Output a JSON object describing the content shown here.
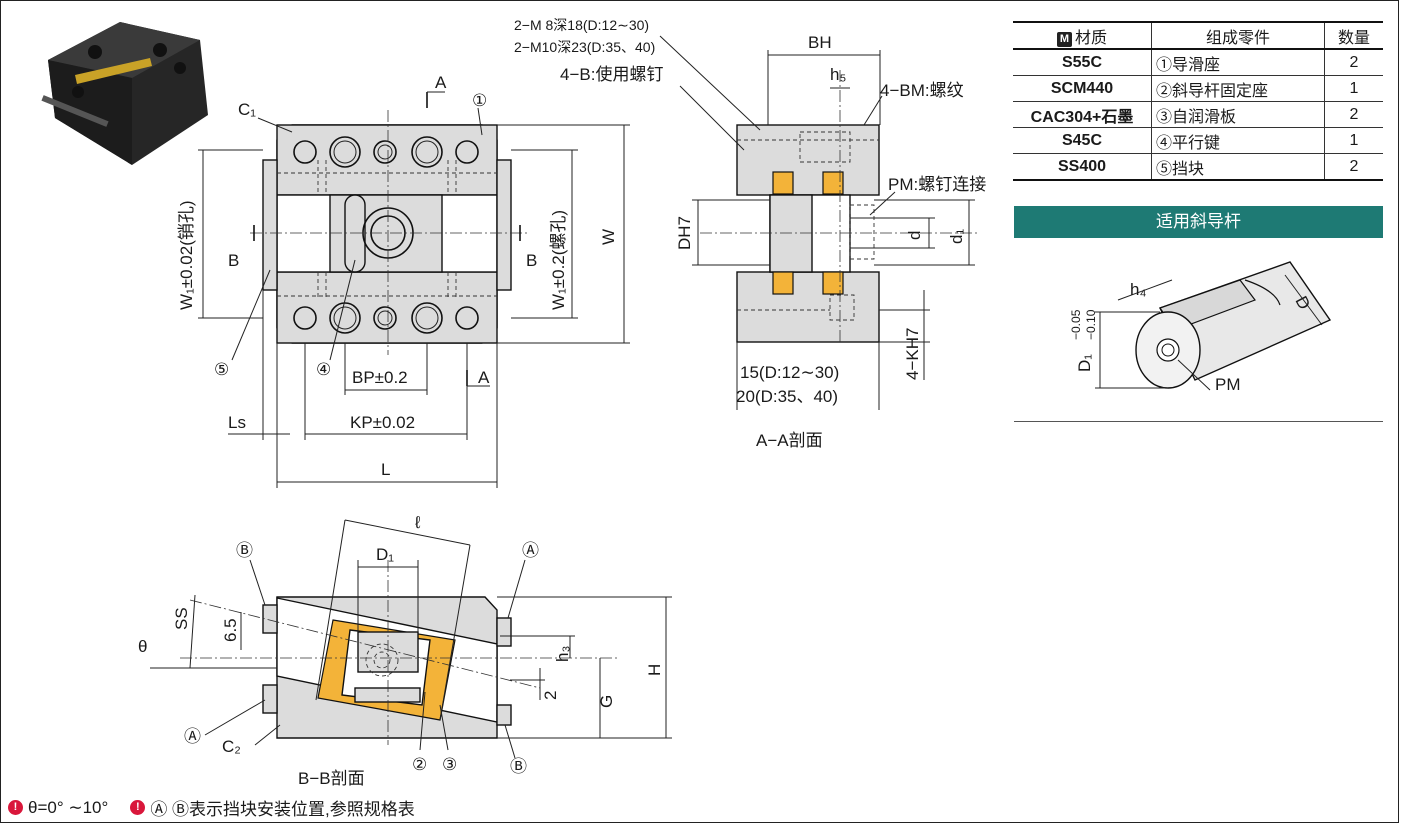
{
  "material_table": {
    "headers": {
      "material": "材质",
      "material_badge": "M",
      "parts": "组成零件",
      "qty": "数量"
    },
    "rows": [
      {
        "material": "S55C",
        "part": "①导滑座",
        "qty": "2"
      },
      {
        "material": "SCM440",
        "part": "②斜导杆固定座",
        "qty": "1"
      },
      {
        "material": "CAC304+石墨",
        "part": "③自润滑板",
        "qty": "2"
      },
      {
        "material": "S45C",
        "part": "④平行键",
        "qty": "1"
      },
      {
        "material": "SS400",
        "part": "⑤挡块",
        "qty": "2"
      }
    ]
  },
  "applicable_bar": {
    "title": "适用斜导杆"
  },
  "applicable_labels": {
    "h4": "h₄",
    "D": "D",
    "D1": "D₁",
    "tol_upper": "−0.05",
    "tol_lower": "−0.10",
    "PM": "PM"
  },
  "top_view": {
    "C1": "C₁",
    "A_top": "A",
    "A_bottom": "A",
    "B_left": "B",
    "B_right": "B",
    "callout_1": "①",
    "callout_4": "④",
    "callout_5": "⑤",
    "W": "W",
    "W1_pin": "W₁±0.02(销孔)",
    "W1_screw": "W₁±0.2(螺孔)",
    "BP": "BP±0.2",
    "KP": "KP±0.02",
    "Ls": "Ls",
    "L": "L"
  },
  "section_aa": {
    "screw_line1": "2−M  8深18(D:12∼30)",
    "screw_line2": "2−M10深23(D:35、40)",
    "B_screw": "4−B:使用螺钉",
    "BH": "BH",
    "h5": "h₅",
    "BM": "4−BM:螺纹",
    "PM_conn": "PM:螺钉连接",
    "DH7": "DH7",
    "d": "d",
    "d1": "d₁",
    "KH7": "4−KH7",
    "dim15": "15(D:12∼30)",
    "dim20": "20(D:35、40)",
    "title": "A−A剖面"
  },
  "section_bb": {
    "ell": "ℓ",
    "D1": "D₁",
    "SS": "SS",
    "six5": "6.5",
    "theta": "θ",
    "h3": "h₃",
    "two": "2",
    "H": "H",
    "G": "G",
    "C2": "C₂",
    "B_top": "Ⓑ",
    "A_top": "Ⓐ",
    "A_bottom": "Ⓐ",
    "B_bottom": "Ⓑ",
    "callout_2": "②",
    "callout_3": "③",
    "title": "B−B剖面"
  },
  "footer": {
    "note1": "θ=0° ∼10°",
    "note2": "Ⓐ Ⓑ表示挡块安装位置,参照规格表"
  }
}
